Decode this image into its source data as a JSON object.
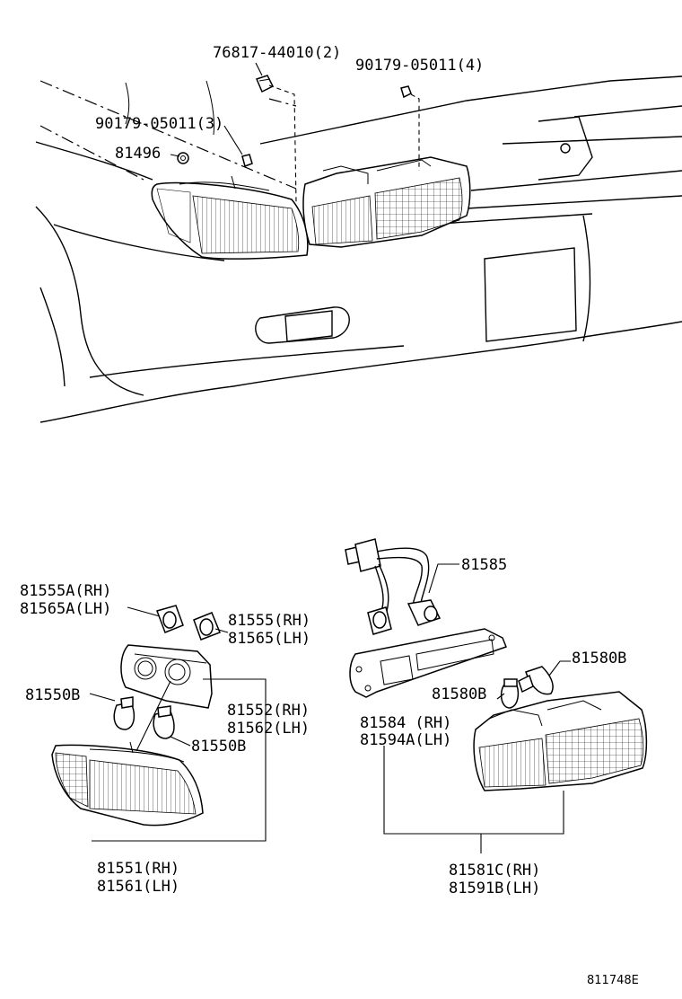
{
  "diagram_ref": "811748E",
  "top_assembly": {
    "labels": {
      "screw": "76817-44010(2)",
      "nut_right": "90179-05011(4)",
      "nut_left": "90179-05011(3)",
      "clip": "81496"
    }
  },
  "left_lamp": {
    "labels": {
      "socket_a_rh": "81555A(RH)",
      "socket_a_lh": "81565A(LH)",
      "socket_rh": "81555(RH)",
      "socket_lh": "81565(LH)",
      "bulb_left": "81550B",
      "bulb_right": "81550B",
      "gasket_rh": "81552(RH)",
      "gasket_lh": "81562(LH)",
      "lens_rh": "81551(RH)",
      "lens_lh": "81561(LH)"
    }
  },
  "right_lamp": {
    "labels": {
      "wire": "81585",
      "bulb_outer": "81580B",
      "bulb_inner": "81580B",
      "gasket_rh": "81584 (RH)",
      "gasket_lh": "81594A(LH)",
      "lens_rh": "81581C(RH)",
      "lens_lh": "81591B(LH)"
    }
  }
}
